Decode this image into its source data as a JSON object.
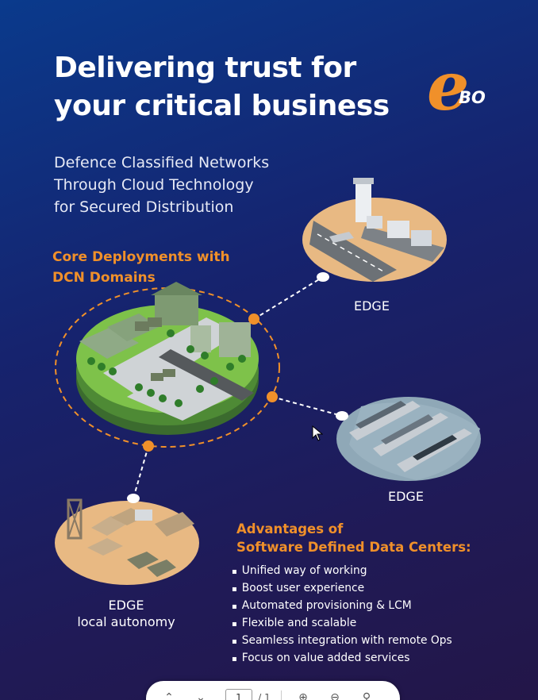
{
  "title": {
    "line1": "Delivering trust for",
    "line2": "your critical business"
  },
  "logo": {
    "letter": "e",
    "text": "BO",
    "color": "#f0902a"
  },
  "subtitle": {
    "line1": "Defence Classified Networks",
    "line2": "Through Cloud Technology",
    "line3": "for Secured Distribution"
  },
  "core": {
    "line1": "Core Deployments with",
    "line2": "DCN Domains"
  },
  "edges": {
    "airfield": "EDGE",
    "naval": "EDGE",
    "camp_line1": "EDGE",
    "camp_line2": "local autonomy"
  },
  "advantages": {
    "heading_line1": "Advantages of",
    "heading_line2": "Software Defined Data Centers:",
    "items": [
      "Unified way of working",
      "Boost user experience",
      "Automated provisioning & LCM",
      "Flexible and scalable",
      "Seamless integration with remote Ops",
      "Focus on value added services"
    ]
  },
  "pdf_toolbar": {
    "page_current": "1",
    "page_total": "/ 1",
    "icons": [
      "chevron-up-icon",
      "chevron-down-icon",
      "zoom-in-icon",
      "zoom-out-icon",
      "search-icon"
    ]
  },
  "colors": {
    "accent": "#f0902a",
    "background_top": "#0a3a8c",
    "background_bottom": "#231648",
    "text": "#ffffff"
  }
}
